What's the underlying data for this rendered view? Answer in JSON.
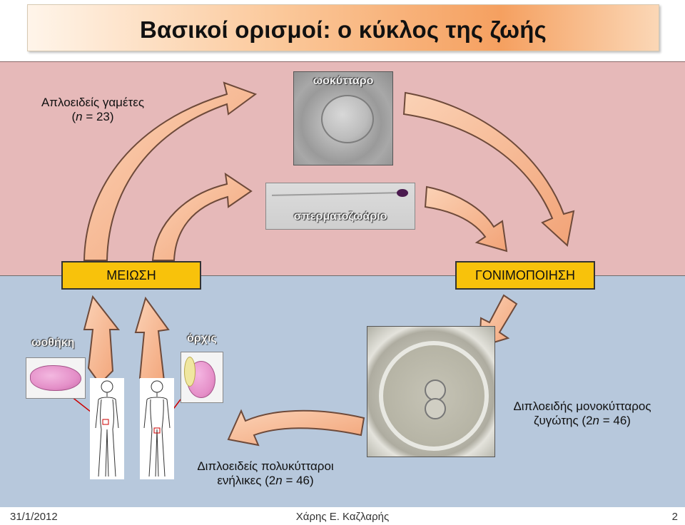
{
  "title": "Βασικοί ορισμοί: ο κύκλος της ζωής",
  "labels": {
    "haploid_line1": "Απλοειδείς γαμέτες",
    "haploid_n": "n",
    "haploid_rest": " = 23)",
    "haploid_open": "(",
    "egg": "ωοκύτταρο",
    "sperm": "σπερματοζωάριο",
    "meiosis": "ΜΕΙΩΣΗ",
    "fertilization": "ΓΟΝΙΜΟΠΟΙΗΣΗ",
    "ovary": "ωοθήκη",
    "testis": "όρχις",
    "zygote_line1": "Διπλοειδής μονοκύτταρος",
    "zygote_line2_a": "ζυγώτης (2",
    "zygote_line2_n": "n",
    "zygote_line2_b": " = 46)",
    "adults_line1": "Διπλοειδείς πολυκύτταροι",
    "adults_line2_a": "ενήλικες (2",
    "adults_line2_n": "n",
    "adults_line2_b": " = 46)"
  },
  "footer": {
    "date": "31/1/2012",
    "author": "Χάρης Ε. Καζλαρής",
    "page": "2"
  },
  "colors": {
    "top_panel": "#e6b9b9",
    "bottom_panel": "#b7c8dc",
    "process_box": "#f8c20b",
    "arrow_fill": "#f6b993",
    "arrow_stroke": "#6e4a3a"
  }
}
